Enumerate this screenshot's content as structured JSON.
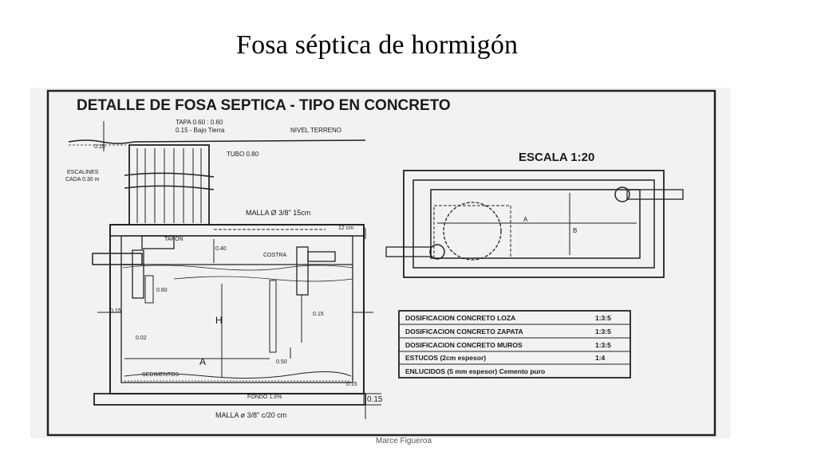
{
  "slide": {
    "title": "Fosa séptica de hormigón",
    "footer": "Marce Figueroa"
  },
  "drawing": {
    "heading": "DETALLE DE FOSA SEPTICA - TIPO EN CONCRETO",
    "scale": "ESCALA 1:20",
    "section_labels": {
      "tapa": "TAPA 0.60 : 0.60",
      "bajo_tierra": "0.15 - Bajo Tierra",
      "nivel_terreno": "NIVEL TERRENO",
      "dim_top": "0.15",
      "tubo": "TUBO 0.80",
      "escalines": "ESCALINES",
      "escalines_2": "CADA 0.30 m",
      "malla_top": "MALLA Ø 3/8\" 15cm",
      "dim_12cm": "12 cm",
      "tapon": "TAPON",
      "dim_040": "0.40",
      "costra": "COSTRA",
      "dim_060": "0.60",
      "dim_015_left": "0.15",
      "dim_015_right": "0.15",
      "dim_002": "0.02",
      "h": "H",
      "a": "A",
      "dim_050": "0.50",
      "sedimentos": "SEDIMENTOS",
      "fondo": "FONDO 1:3%",
      "dim_015_base": "0.15",
      "dim_015_base2": "0.15",
      "malla_bottom": "MALLA ø 3/8\" c/20 cm"
    },
    "plan_labels": {
      "a": "A",
      "b": "B"
    },
    "dosage_table": [
      {
        "label": "DOSIFICACION CONCRETO LOZA",
        "value": "1:3:5"
      },
      {
        "label": "DOSIFICACION CONCRETO ZAPATA",
        "value": "1:3:5"
      },
      {
        "label": "DOSIFICACION CONCRETO MUROS",
        "value": "1:3:5"
      },
      {
        "label": "ESTUCOS (2cm espesor)",
        "value": "1:4"
      },
      {
        "label": "ENLUCIDOS (5 mm espesor) Cemento puro",
        "value": ""
      }
    ]
  }
}
